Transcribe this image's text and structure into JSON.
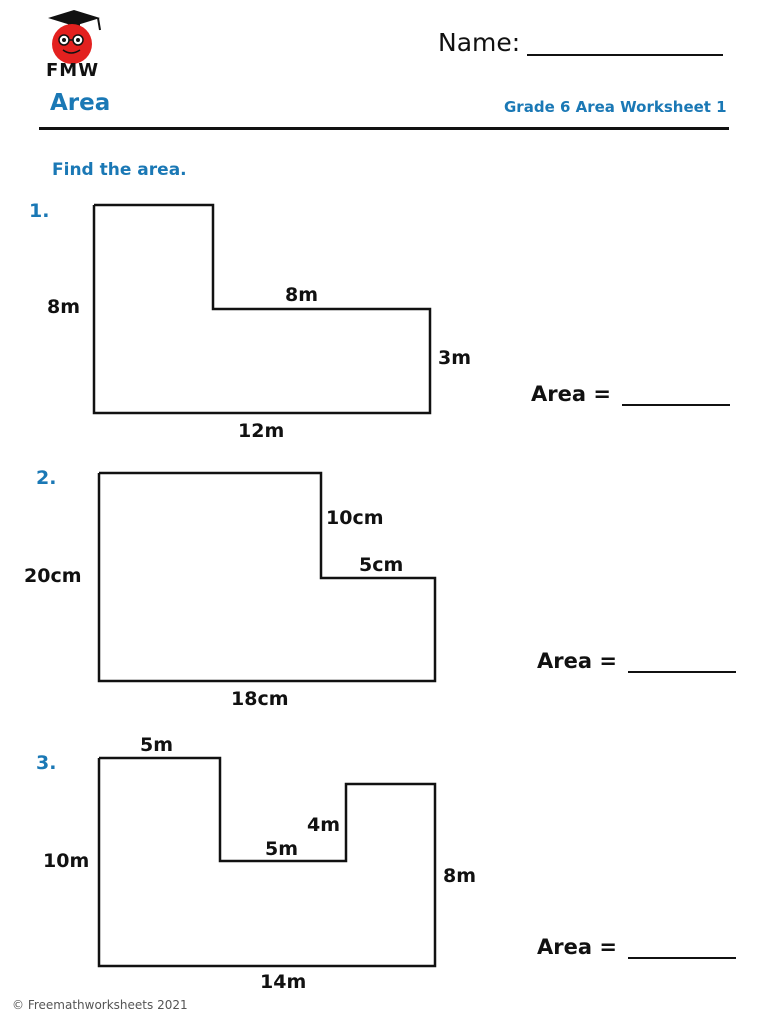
{
  "header": {
    "logo_text": "FMW",
    "name_label": "Name:",
    "title": "Area",
    "subtitle": "Grade 6 Area Worksheet 1"
  },
  "instruction": "Find the area.",
  "problems": [
    {
      "number": "1.",
      "labels": {
        "left": "8m",
        "inner_top": "8m",
        "right": "3m",
        "bottom": "12m"
      },
      "area_label": "Area ="
    },
    {
      "number": "2.",
      "labels": {
        "left": "20cm",
        "inner_side": "10cm",
        "inner_top": "5cm",
        "bottom": "18cm"
      },
      "area_label": "Area ="
    },
    {
      "number": "3.",
      "labels": {
        "top": "5m",
        "inner_side": "4m",
        "inner_bottom": "5m",
        "left": "10m",
        "right": "8m",
        "bottom": "14m"
      },
      "area_label": "Area ="
    }
  ],
  "footer": "© Freemathworksheets 2021",
  "colors": {
    "accent": "#1a78b5",
    "logo_red": "#e3211f"
  }
}
